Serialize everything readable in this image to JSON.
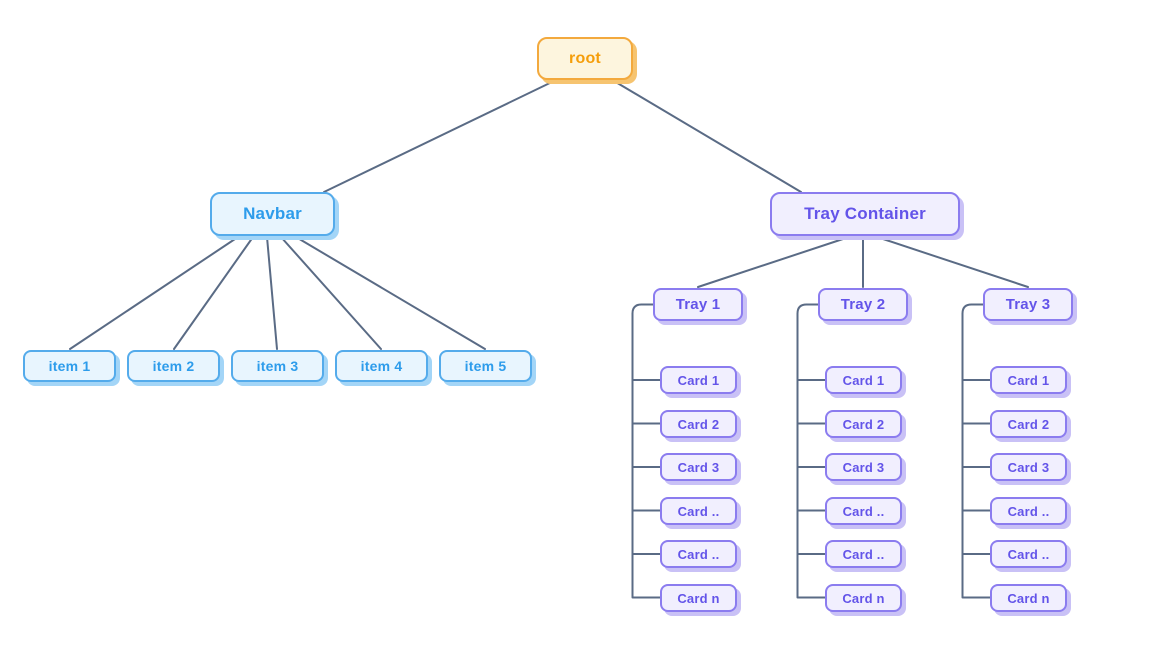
{
  "diagram": {
    "root": {
      "label": "root"
    },
    "navbar": {
      "label": "Navbar",
      "items": [
        {
          "label": "item 1"
        },
        {
          "label": "item 2"
        },
        {
          "label": "item 3"
        },
        {
          "label": "item 4"
        },
        {
          "label": "item 5"
        }
      ]
    },
    "tray_container": {
      "label": "Tray Container",
      "trays": [
        {
          "label": "Tray 1",
          "cards": [
            {
              "label": "Card 1"
            },
            {
              "label": "Card 2"
            },
            {
              "label": "Card 3"
            },
            {
              "label": "Card .."
            },
            {
              "label": "Card .."
            },
            {
              "label": "Card n"
            }
          ]
        },
        {
          "label": "Tray 2",
          "cards": [
            {
              "label": "Card 1"
            },
            {
              "label": "Card 2"
            },
            {
              "label": "Card 3"
            },
            {
              "label": "Card .."
            },
            {
              "label": "Card .."
            },
            {
              "label": "Card n"
            }
          ]
        },
        {
          "label": "Tray 3",
          "cards": [
            {
              "label": "Card 1"
            },
            {
              "label": "Card 2"
            },
            {
              "label": "Card 3"
            },
            {
              "label": "Card .."
            },
            {
              "label": "Card .."
            },
            {
              "label": "Card n"
            }
          ]
        }
      ]
    },
    "colors": {
      "edge": "#5A6B85",
      "orange_fill": "#FDF5DE",
      "orange_border": "#F3A93D",
      "orange_text": "#F59E0B",
      "orange_shadow": "#F6C470",
      "blue_fill": "#E8F5FE",
      "blue_border": "#54ABEB",
      "blue_text": "#2D9CEB",
      "blue_shadow": "#A3D5F7",
      "purple_fill": "#F1EFFE",
      "purple_border": "#8B7CEF",
      "purple_text": "#6354E9",
      "purple_shadow": "#C9C1F6"
    }
  }
}
